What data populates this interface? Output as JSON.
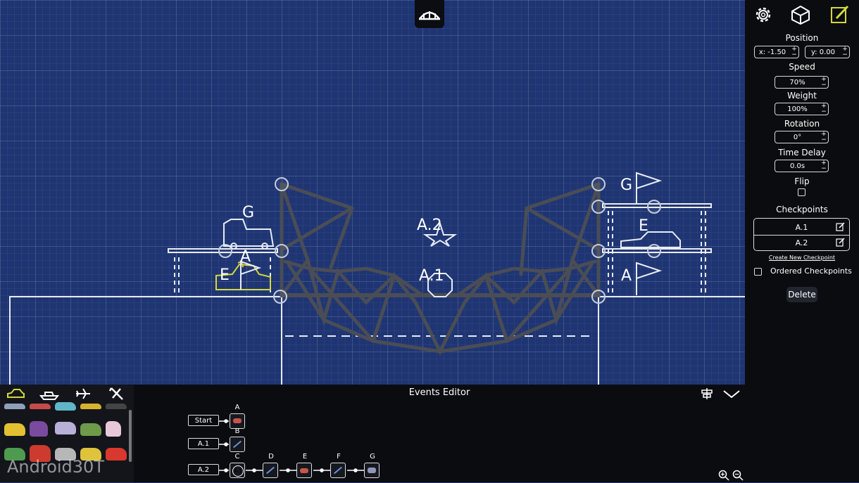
{
  "panel": {
    "position_label": "Position",
    "position_x": "x: -1.50",
    "position_y": "y: 0.00",
    "speed_label": "Speed",
    "speed_value": "70%",
    "weight_label": "Weight",
    "weight_value": "100%",
    "rotation_label": "Rotation",
    "rotation_value": "0°",
    "time_delay_label": "Time Delay",
    "time_delay_value": "0.0s",
    "flip_label": "Flip",
    "checkpoints_label": "Checkpoints",
    "checkpoints": [
      "A.1",
      "A.2"
    ],
    "create_checkpoint": "Create New Checkpoint",
    "ordered_checkpoints": "Ordered Checkpoints",
    "delete": "Delete"
  },
  "scene": {
    "labels": {
      "g_left": "G",
      "a_left": "A",
      "e_left": "E",
      "a2": "A.2",
      "a1": "A.1",
      "g_right": "G",
      "e_right": "E",
      "a_right": "A"
    }
  },
  "events": {
    "title": "Events Editor",
    "rows": [
      "Start",
      "A.1",
      "A.2"
    ],
    "nodes": [
      "A",
      "B",
      "C",
      "D",
      "E",
      "F",
      "G"
    ],
    "a1_badge": "A.1"
  },
  "watermark": "Android30T",
  "colors": {
    "background": "#1f3573",
    "panel": "#0b0c10",
    "selected_vehicle": "#d4d83a",
    "beam": "#4a4d55"
  }
}
